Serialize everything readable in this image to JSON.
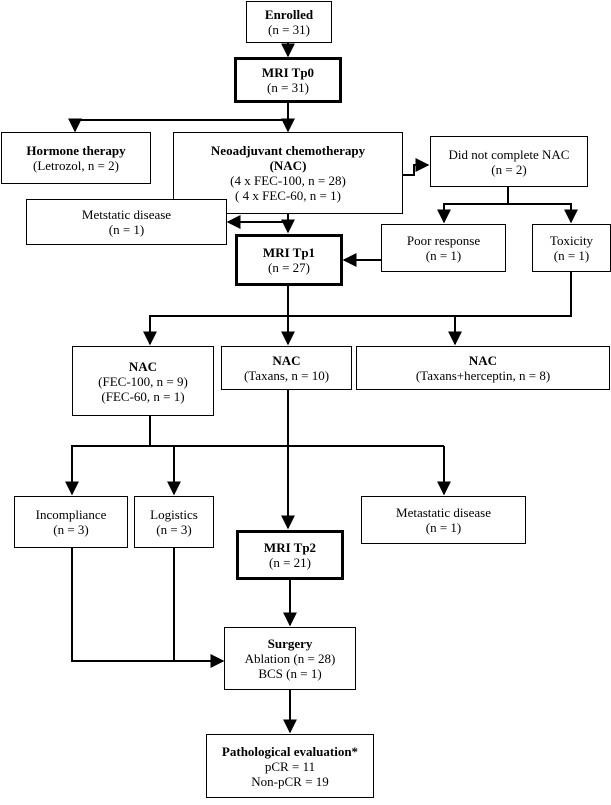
{
  "nodes": {
    "enrolled": {
      "title": "Enrolled",
      "lines": [
        "(n = 31)"
      ]
    },
    "mri_tp0": {
      "title": "MRI Tp0",
      "lines": [
        "(n = 31)"
      ]
    },
    "hormone": {
      "title": "Hormone therapy",
      "lines": [
        "(Letrozol, n = 2)"
      ]
    },
    "nac_main": {
      "title": "Neoadjuvant chemotherapy",
      "title2": "(NAC)",
      "lines": [
        "(4 x FEC-100, n = 28)",
        "( 4 x FEC-60, n = 1)"
      ]
    },
    "did_not_complete": {
      "title": "",
      "lines": [
        "Did not complete NAC",
        "(n = 2)"
      ]
    },
    "poor_response": {
      "title": "",
      "lines": [
        "Poor response",
        "(n = 1)"
      ]
    },
    "toxicity": {
      "title": "",
      "lines": [
        "Toxicity",
        "(n = 1)"
      ]
    },
    "metastatic1": {
      "title": "",
      "lines": [
        "Metstatic disease",
        "(n = 1)"
      ]
    },
    "mri_tp1": {
      "title": "MRI Tp1",
      "lines": [
        "(n = 27)"
      ]
    },
    "nac_fec": {
      "title": "NAC",
      "lines": [
        "(FEC-100, n = 9)",
        "(FEC-60, n = 1)"
      ]
    },
    "nac_taxans": {
      "title": "NAC",
      "lines": [
        "(Taxans, n = 10)"
      ]
    },
    "nac_taxans_herceptin": {
      "title": "NAC",
      "lines": [
        "(Taxans+herceptin, n = 8)"
      ]
    },
    "incompliance": {
      "title": "",
      "lines": [
        "Incompliance",
        "(n = 3)"
      ]
    },
    "logistics": {
      "title": "",
      "lines": [
        "Logistics",
        "(n = 3)"
      ]
    },
    "metastatic2": {
      "title": "",
      "lines": [
        "Metastatic disease",
        "(n = 1)"
      ]
    },
    "mri_tp2": {
      "title": "MRI Tp2",
      "lines": [
        "(n = 21)"
      ]
    },
    "surgery": {
      "title": "Surgery",
      "lines": [
        "Ablation (n = 28)",
        "BCS (n = 1)"
      ]
    },
    "pathology": {
      "title": "Pathological evaluation*",
      "lines": [
        "pCR = 11",
        "Non-pCR = 19"
      ]
    }
  }
}
